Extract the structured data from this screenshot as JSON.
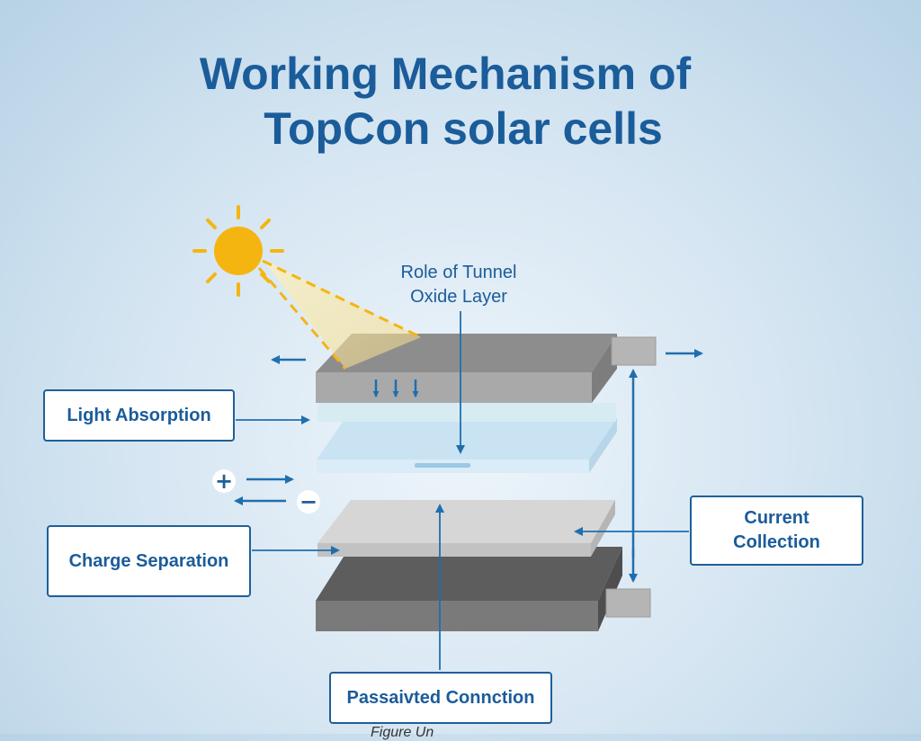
{
  "title": {
    "line1": "Working Mechanism of",
    "line2": "TopCon solar cells"
  },
  "labels": {
    "tunnel_line1": "Role of Tunnel",
    "tunnel_line2": "Oxide Layer",
    "light_absorption": "Light Absorption",
    "charge_separation": "Charge Separation",
    "current_line1": "Current",
    "current_line2": "Collection",
    "passivated_contact": "Passaivted Connction",
    "plus": "+",
    "minus": "−",
    "caption": "Figure Un"
  },
  "colors": {
    "title": "#1b5c9a",
    "arrow": "#1f6fae",
    "sun": "#f5b511",
    "top_layer": "#a9a9a9",
    "oxide_layer": "#c9e3f2",
    "poly_layer": "#cfcfcf",
    "bottom_layer": "#6f6f6f"
  }
}
